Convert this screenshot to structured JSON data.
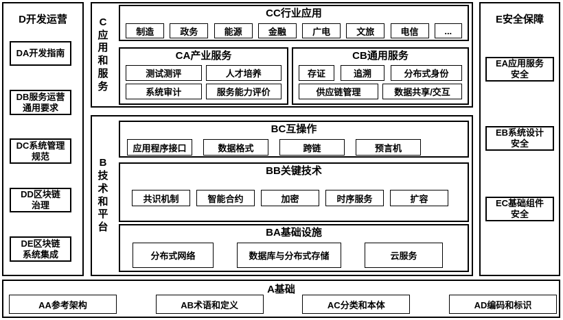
{
  "diagram": {
    "colors": {
      "border": "#000000",
      "background": "#ffffff",
      "text": "#000000"
    },
    "d": {
      "title": "D开发运营",
      "items": [
        {
          "label": "DA开发指南"
        },
        {
          "label": "DB服务运营\n通用要求"
        },
        {
          "label": "DC系统管理\n规范"
        },
        {
          "label": "DD区块链\n治理"
        },
        {
          "label": "DE区块链\n系统集成"
        }
      ]
    },
    "c": {
      "title": "C应用和服务",
      "cc": {
        "title": "CC行业应用",
        "items": [
          "制造",
          "政务",
          "能源",
          "金融",
          "广电",
          "文旅",
          "电信",
          "..."
        ]
      },
      "ca": {
        "title": "CA产业服务",
        "rows": [
          [
            "测试测评",
            "人才培养"
          ],
          [
            "系统审计",
            "服务能力评价"
          ]
        ]
      },
      "cb": {
        "title": "CB通用服务",
        "row1": [
          "存证",
          "追溯",
          "分布式身份"
        ],
        "row2": [
          "供应链管理",
          "数据共享/交互"
        ]
      }
    },
    "b": {
      "title": "B技术和平台",
      "bc": {
        "title": "BC互操作",
        "items": [
          "应用程序接口",
          "数据格式",
          "跨链",
          "预言机"
        ]
      },
      "bb": {
        "title": "BB关键技术",
        "items": [
          "共识机制",
          "智能合约",
          "加密",
          "时序服务",
          "扩容"
        ]
      },
      "ba": {
        "title": "BA基础设施",
        "items": [
          "分布式网络",
          "数据库与分布式存储",
          "云服务"
        ]
      }
    },
    "e": {
      "title": "E安全保障",
      "items": [
        {
          "label": "EA应用服务\n安全"
        },
        {
          "label": "EB系统设计\n安全"
        },
        {
          "label": "EC基础组件\n安全"
        }
      ]
    },
    "a": {
      "title": "A基础",
      "items": [
        "AA参考架构",
        "AB术语和定义",
        "AC分类和本体",
        "AD编码和标识"
      ]
    }
  }
}
